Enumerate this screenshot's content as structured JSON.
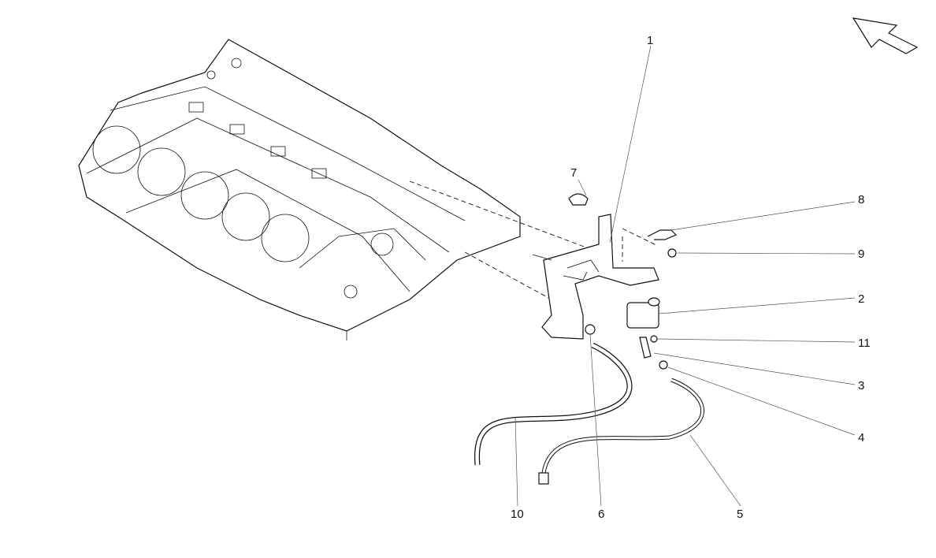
{
  "diagram": {
    "callouts": [
      "1",
      "2",
      "3",
      "4",
      "5",
      "6",
      "7",
      "8",
      "9",
      "10",
      "11"
    ]
  },
  "icons": {
    "direction_arrow": "direction-arrow-icon"
  }
}
